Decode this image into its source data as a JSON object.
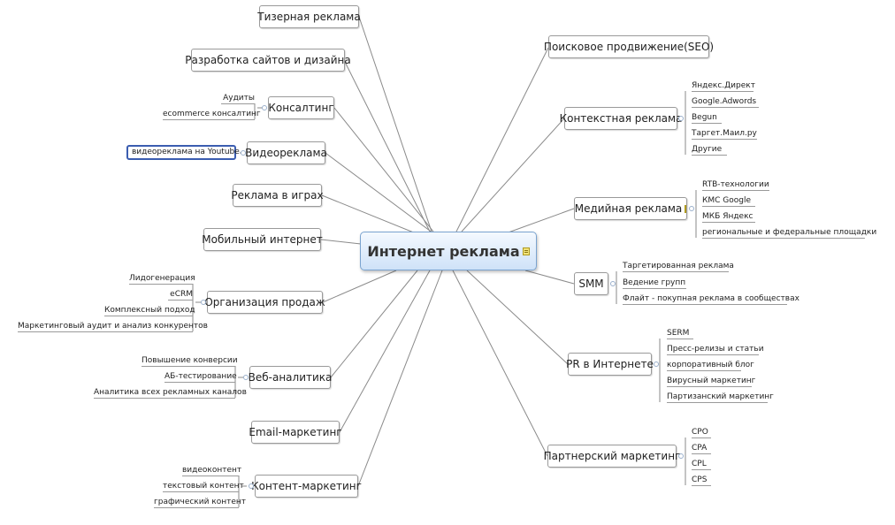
{
  "central": {
    "label": "Интернет реклама",
    "icon": "note-icon"
  },
  "left_topics": [
    {
      "label": "Тизерная реклама",
      "children": []
    },
    {
      "label": "Разработка сайтов и дизайна",
      "children": []
    },
    {
      "label": "Консалтинг",
      "children": [
        "Аудиты",
        "ecommerce консалтинг"
      ]
    },
    {
      "label": "Видеореклама",
      "children": [
        "видеореклама на Youtube"
      ]
    },
    {
      "label": "Реклама в играх",
      "children": []
    },
    {
      "label": "Мобильный интернет",
      "children": []
    },
    {
      "label": "Организация продаж",
      "children": [
        "Лидогенерация",
        "eCRM",
        "Комплексный подход",
        "Маркетинговый аудит и анализ конкурентов"
      ]
    },
    {
      "label": "Веб-аналитика",
      "children": [
        "Повышение конверсии",
        "АБ-тестирование",
        "Аналитика всех рекламных каналов"
      ]
    },
    {
      "label": "Email-маркетинг",
      "children": []
    },
    {
      "label": "Контент-маркетинг",
      "children": [
        "видеоконтент",
        "текстовый контент",
        "графический контент"
      ]
    }
  ],
  "right_topics": [
    {
      "label": "Поисковое продвижение(SEO)",
      "children": []
    },
    {
      "label": "Контекстная реклама",
      "children": [
        "Яндекс.Директ",
        "Google.Adwords",
        "Begun",
        "Таргет.Маил.ру",
        "Другие"
      ]
    },
    {
      "label": "Медийная реклама",
      "icon": "note-icon",
      "children": [
        "RTB-технологии",
        "КМС Google",
        "МКБ Яндекс",
        "региональные и федеральные площадки"
      ]
    },
    {
      "label": "SMM",
      "children": [
        "Таргетированная реклама",
        "Ведение групп",
        "Флайт - покупная реклама в сообществах"
      ]
    },
    {
      "label": "PR в Интернете",
      "children": [
        "SERM",
        "Пресс-релизы и статьи",
        "корпоративный блог",
        "Вирусный маркетинг",
        "Партизанский маркетинг"
      ]
    },
    {
      "label": "Партнерский маркетинг",
      "children": [
        "CPO",
        "CPA",
        "CPL",
        "CPS"
      ]
    }
  ],
  "selected_subtopic": "видеореклама на Youtube",
  "colors": {
    "line": "#8a8a8a",
    "central_border": "#7aa3cf",
    "selection": "#3b5db0"
  }
}
